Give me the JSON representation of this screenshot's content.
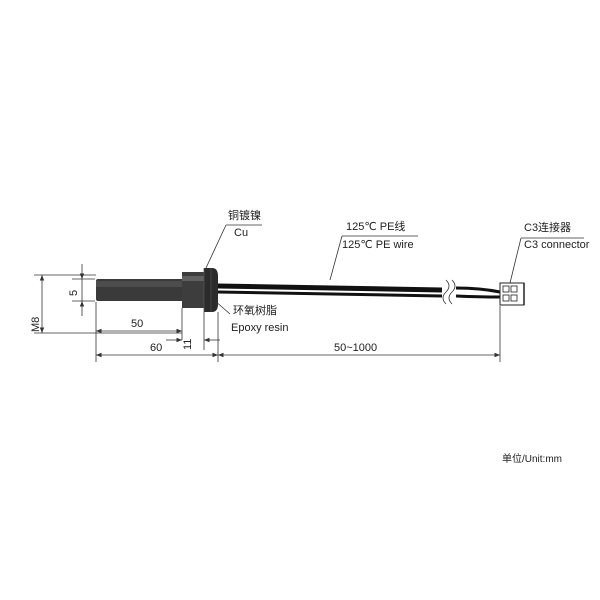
{
  "labels": {
    "plating_cn": "铜镀镍",
    "plating_en": "Cu",
    "wire_cn": "125℃ PE线",
    "wire_en": "125℃ PE wire",
    "connector_cn": "C3连接器",
    "connector_en": "C3 connector",
    "resin_cn": "环氧树脂",
    "resin_en": "Epoxy resin",
    "unit": "单位/Unit:mm"
  },
  "dimensions": {
    "probe_diameter": "5",
    "thread": "M8",
    "probe_length": "50",
    "head_width": "11",
    "total_probe": "60",
    "wire_length": "50~1000"
  },
  "colors": {
    "probe": "#3a3a3a",
    "head": "#2b2b2b",
    "wire": "#111111",
    "line": "#333333"
  }
}
